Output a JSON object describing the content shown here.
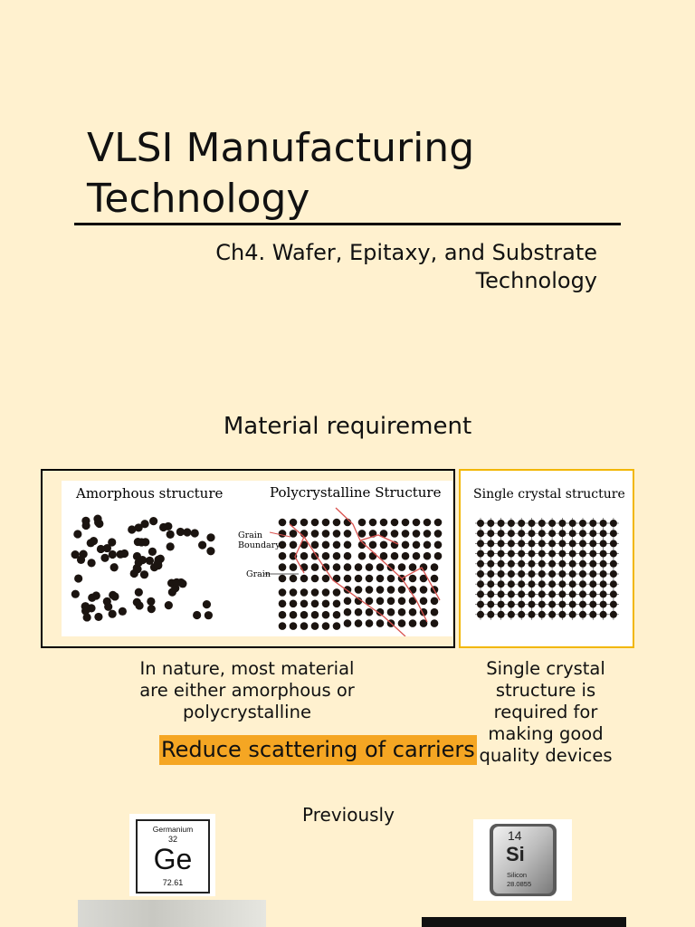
{
  "slide": {
    "title_line1": "VLSI Manufacturing",
    "title_line2": "Technology",
    "subtitle_line1": "Ch4. Wafer, Epitaxy, and Substrate",
    "subtitle_line2": "Technology",
    "section_heading": "Material requirement"
  },
  "figure": {
    "amorphous_label": "Amorphous structure",
    "poly_label": "Polycrystalline Structure",
    "grain_boundary_label_1": "Grain",
    "grain_boundary_label_2": "Boundary",
    "grain_label": "Grain",
    "single_crystal_label": "Single crystal structure"
  },
  "captions": {
    "left_line1": "In nature, most material",
    "left_line2": "are either amorphous or",
    "left_line3": "polycrystalline",
    "right_line1": "Single crystal",
    "right_line2": "structure is",
    "right_line3": "required for",
    "right_line4": "making good",
    "right_line5": "quality devices",
    "highlight": "Reduce scattering of carriers",
    "previously": "Previously"
  },
  "elements": {
    "ge": {
      "name": "Germanium",
      "number": "32",
      "symbol": "Ge",
      "mass": "72.61"
    },
    "si": {
      "number": "14",
      "symbol": "Si",
      "name": "Silicon",
      "mass": "28.0855"
    }
  },
  "colors": {
    "background": "#fff1cf",
    "highlight": "#f5a623",
    "single_crystal_border": "#f2b705",
    "grain_boundary_line": "#d9534f"
  }
}
